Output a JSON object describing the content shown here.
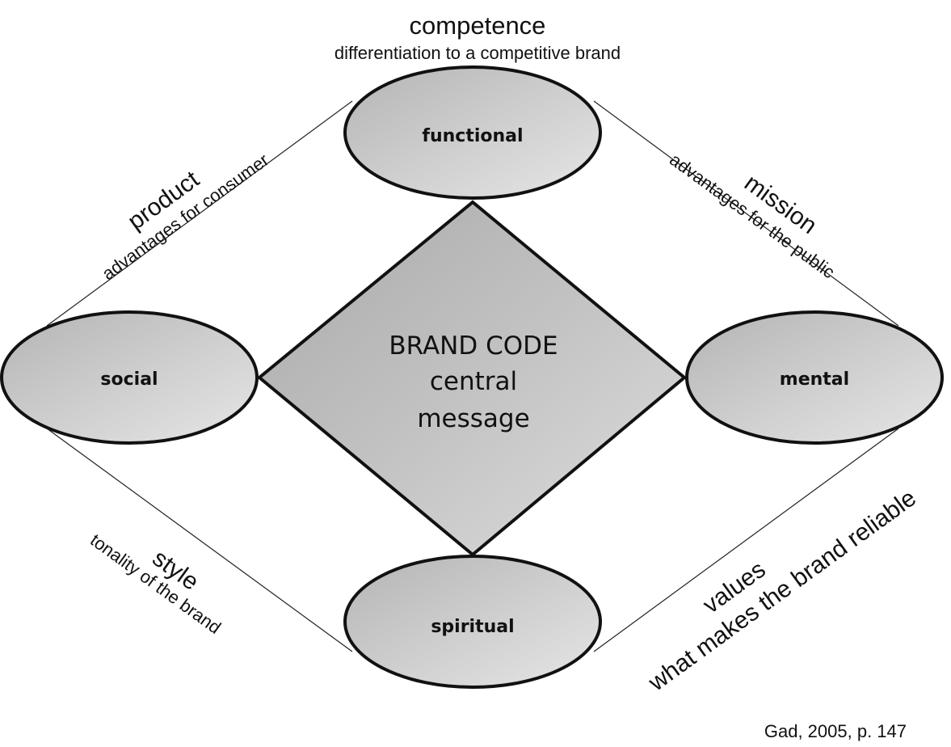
{
  "top": {
    "title": "competence",
    "subtitle": "differentiation to a competitive brand"
  },
  "nodes": {
    "functional": "functional",
    "social": "social",
    "mental": "mental",
    "spiritual": "spiritual"
  },
  "center": {
    "line1": "BRAND CODE",
    "line2": "central",
    "line3": "message"
  },
  "edges": {
    "product": {
      "title": "product",
      "subtitle": "advantages for consumer"
    },
    "mission": {
      "title": "mission",
      "subtitle": "advantages  for the public"
    },
    "style": {
      "title": "style",
      "subtitle": "tonality of the brand"
    },
    "values": {
      "title": "values",
      "subtitle": "what makes the brand reliable"
    }
  },
  "citation": "Gad, 2005, p. 147"
}
